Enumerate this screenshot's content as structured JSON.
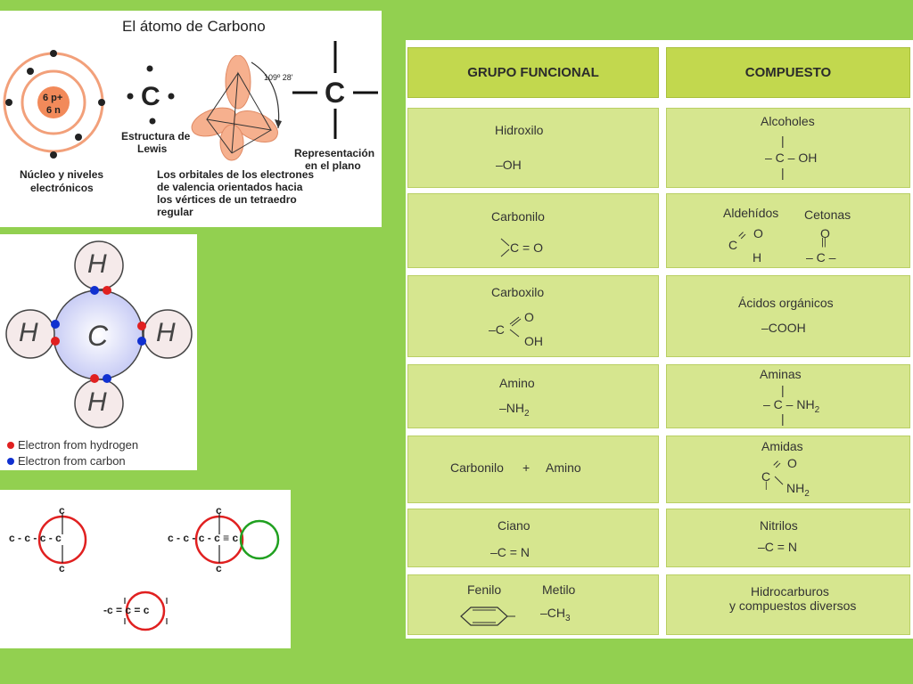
{
  "carbon_atom": {
    "title": "El átomo de Carbono",
    "nucleus": [
      "6 p+",
      "6 n"
    ],
    "nucleus_caption": [
      "Núcleo y niveles",
      "electrónicos"
    ],
    "lewis_symbol": "C",
    "lewis_caption": [
      "Estructura de",
      "Lewis"
    ],
    "angle_label": "109º 28'",
    "orbital_caption": [
      "Los orbitales de los electrones",
      "de valencia orientados hacia",
      "los vértices de un tetraedro",
      "regular"
    ],
    "plane_symbol": "C",
    "plane_caption": [
      "Representación",
      "en el plano"
    ]
  },
  "methane": {
    "center": "C",
    "hydrogens": [
      "H",
      "H",
      "H",
      "H"
    ],
    "legend": [
      {
        "label": "Electron from hydrogen",
        "color": "#e02020"
      },
      {
        "label": "Electron from carbon",
        "color": "#1030d0"
      }
    ]
  },
  "bonds": {
    "atom": "c",
    "dash": "-",
    "equals": "=",
    "triple": "≡",
    "circle_colors": {
      "red": "#e02020",
      "green": "#20a020"
    }
  },
  "table": {
    "headers": {
      "group": "GRUPO FUNCIONAL",
      "compound": "COMPUESTO"
    },
    "rows": [
      {
        "group": "Hidroxilo",
        "group_formula": "–OH",
        "compound": "Alcoholes",
        "compound_formula": "– C – OH"
      },
      {
        "group": "Carbonilo",
        "group_formula": "C = O",
        "compound_a": "Aldehídos",
        "compound_b": "Cetonas",
        "formula_a_top": "O",
        "formula_a_c": "C",
        "formula_a_h": "H",
        "formula_b_top": "O",
        "formula_b": "– C –"
      },
      {
        "group": "Carboxilo",
        "group_formula_c": "–C",
        "group_formula_o": "O",
        "group_formula_oh": "OH",
        "compound": "Ácidos orgánicos",
        "compound_formula": "–COOH"
      },
      {
        "group": "Amino",
        "group_formula": "–NH",
        "group_sub": "2",
        "compound": "Aminas",
        "compound_formula": "– C – NH",
        "compound_sub": "2"
      },
      {
        "group_a": "Carbonilo",
        "plus": "+",
        "group_b": "Amino",
        "compound": "Amidas",
        "formula_c": "C",
        "formula_o": "O",
        "formula_nh": "NH",
        "formula_sub": "2"
      },
      {
        "group": "Ciano",
        "group_formula": "–C = N",
        "compound": "Nitrilos",
        "compound_formula": "–C = N"
      },
      {
        "group_a": "Fenilo",
        "group_b": "Metilo",
        "group_b_formula": "–CH",
        "group_b_sub": "3",
        "compound_line1": "Hidrocarburos",
        "compound_line2": "y compuestos diversos"
      }
    ]
  }
}
